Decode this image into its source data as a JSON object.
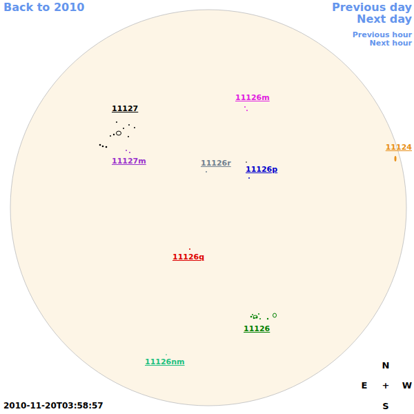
{
  "diagram": {
    "labels": [
      "Back to 2010",
      "Previous day",
      "Next day",
      "Previous hour",
      "Next hour",
      "11127",
      "11126m",
      "11124",
      "11127m",
      "11126r",
      "11126p",
      "11126q",
      "11126",
      "11126nm",
      "N",
      "E",
      "+",
      "W",
      "S",
      "2010-11-20T03:58:57"
    ]
  }
}
